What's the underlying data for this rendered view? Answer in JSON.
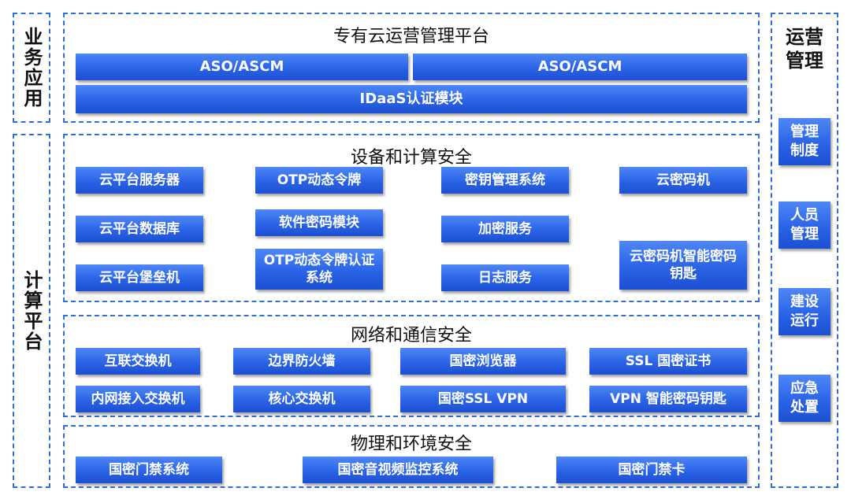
{
  "left_labels": {
    "business": "业务应用",
    "compute": "计算平台"
  },
  "business_section": {
    "title": "专有云运营管理平台",
    "aso_left": "ASO/ASCM",
    "aso_right": "ASO/ASCM",
    "idaas": "IDaaS认证模块"
  },
  "device_section": {
    "title": "设备和计算安全",
    "items": [
      "云平台服务器",
      "OTP动态令牌",
      "密钥管理系统",
      "云密码机",
      "云平台数据库",
      "软件密码模块",
      "加密服务",
      "云平台堡垒机",
      "OTP动态令牌认证系统",
      "日志服务",
      "云密码机智能密码钥匙"
    ]
  },
  "network_section": {
    "title": "网络和通信安全",
    "items": [
      "互联交换机",
      "边界防火墙",
      "国密浏览器",
      "SSL 国密证书",
      "内网接入交换机",
      "核心交换机",
      "国密SSL VPN",
      "VPN 智能密码钥匙"
    ]
  },
  "physical_section": {
    "title": "物理和环境安全",
    "items": [
      "国密门禁系统",
      "国密音视频监控系统",
      "国密门禁卡"
    ]
  },
  "ops": {
    "title": "运营管理",
    "items": [
      "管理制度",
      "人员管理",
      "建设运行",
      "应急处置"
    ]
  },
  "colors": {
    "border": "#2f6fd6",
    "button_top": "#4f87f6",
    "button_bottom": "#1d4fd2"
  }
}
